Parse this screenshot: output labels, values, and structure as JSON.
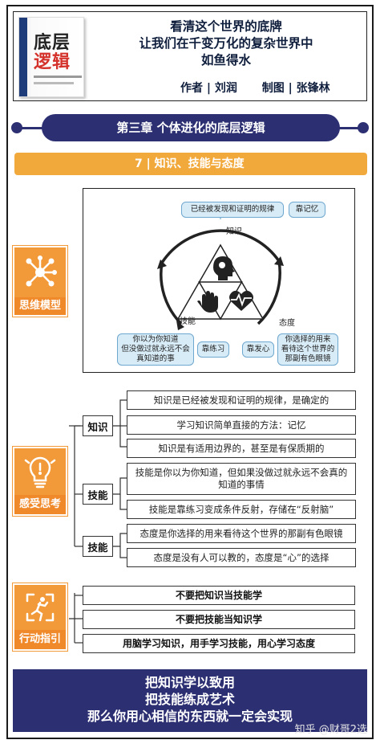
{
  "book": {
    "title_line1": "底层",
    "title_line2": "逻辑"
  },
  "header": {
    "line1": "看清这个世界的底牌",
    "line2": "让我们在千变万化的复杂世界中",
    "line3": "如鱼得水",
    "author": "作者 | 刘润",
    "illustrator": "制图 | 张锋林"
  },
  "chapter": {
    "title": "第三章  个体进化的底层逻辑"
  },
  "section": {
    "title": "7 | 知识、技能与态度"
  },
  "badges": {
    "thinking_model": "思维模型",
    "reflection": "感受思考",
    "action": "行动指引"
  },
  "diagram": {
    "vertex_knowledge": "知识",
    "vertex_skill": "技能",
    "vertex_attitude": "态度",
    "bubble_knowledge_def": "已经被发现和证明的规律",
    "bubble_knowledge_method": "靠记忆",
    "bubble_skill_def": "你以为你知道\n但没做过就永远不会\n真知道的事",
    "bubble_skill_method": "靠练习",
    "bubble_attitude_method": "靠发心",
    "bubble_attitude_def": "你选择的用来\n看待这个世界的\n那副有色眼镜"
  },
  "mindmap": {
    "cat_knowledge": "知识",
    "cat_skill": "技能",
    "cat_attitude": "技能",
    "knowledge": [
      "知识是已经被发现和证明的规律，是确定的",
      "学习知识简单直接的方法：记忆",
      "知识是有适用边界的，甚至是有保质期的"
    ],
    "skill": [
      "技能是你以为你知道，但如果没做过就永远不会真的\n知道的事情",
      "技能是靠练习变成条件反射，存储在“反射脑”"
    ],
    "attitude": [
      "态度是你选择的用来看待这个世界的那副有色眼镜",
      "态度是没有人可以教的，态度是“心”的选择"
    ]
  },
  "actions": [
    "不要把知识当技能学",
    "不要把技能当知识学",
    "用脑学习知识，用手学习技能，用心学习态度"
  ],
  "footer": {
    "line1": "把知识学以致用",
    "line2": "把技能练成艺术",
    "line3": "那么你用心相信的东西就一定会实现"
  },
  "watermark": "知乎 @财哥2选",
  "colors": {
    "navy": "#2c2f72",
    "orange": "#f29a3a",
    "bubble": "#d8ecf7"
  }
}
